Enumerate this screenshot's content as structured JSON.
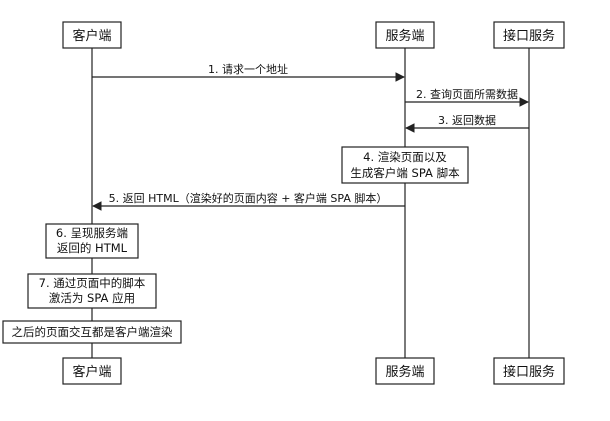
{
  "participants": [
    {
      "key": "client",
      "label": "客户端"
    },
    {
      "key": "server",
      "label": "服务端"
    },
    {
      "key": "api",
      "label": "接口服务"
    }
  ],
  "messages": [
    {
      "from": "client",
      "to": "server",
      "label": "1. 请求一个地址"
    },
    {
      "from": "server",
      "to": "api",
      "label": "2. 查询页面所需数据"
    },
    {
      "from": "api",
      "to": "server",
      "label": "3. 返回数据"
    },
    {
      "from": "server",
      "to": "client",
      "label": "5. 返回 HTML（渲染好的页面内容 + 客户端 SPA 脚本）"
    }
  ],
  "notes": [
    {
      "on": "server",
      "lines": [
        "4. 渲染页面以及",
        "生成客户端 SPA 脚本"
      ]
    },
    {
      "on": "client",
      "lines": [
        "6. 呈现服务端",
        "返回的 HTML"
      ]
    },
    {
      "on": "client",
      "lines": [
        "7. 通过页面中的脚本",
        "激活为 SPA 应用"
      ]
    },
    {
      "on": "client",
      "lines": [
        "之后的页面交互都是客户端渲染"
      ]
    }
  ]
}
